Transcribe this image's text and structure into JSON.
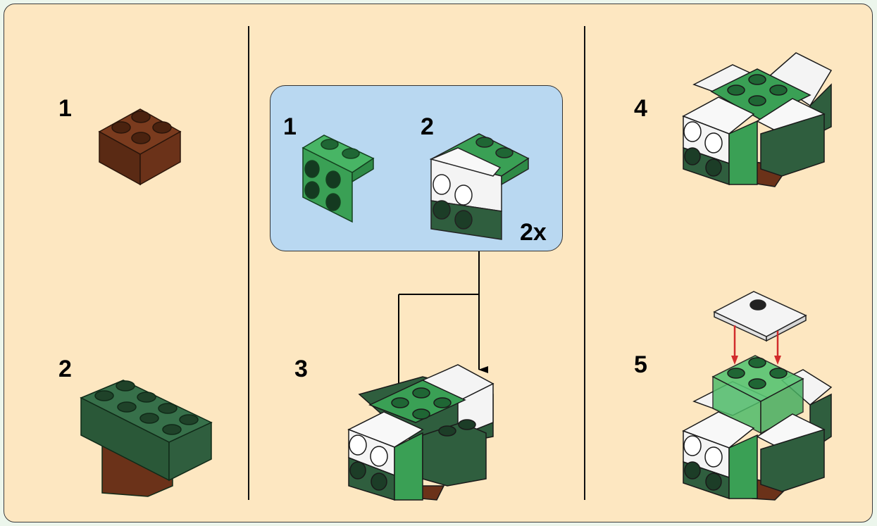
{
  "colors": {
    "background": "#fde7c1",
    "subassembly_box": "#b9d8f1",
    "brown": "#6b3219",
    "dark_green": "#2f5e3e",
    "bright_green": "#3aa055",
    "white": "#f4f4f4",
    "light_gray": "#e2e2e2",
    "arrow_red": "#d12b2b"
  },
  "steps": {
    "step1": {
      "number": "1",
      "parts": [
        "brown-2x2-brick-icon"
      ]
    },
    "step2": {
      "number": "2",
      "parts": [
        "dark-green-2x4-brick-icon"
      ]
    },
    "step3": {
      "number": "3",
      "subassembly": {
        "sub1_number": "1",
        "sub2_number": "2",
        "multiplier": "2x",
        "parts": [
          "green-bracket-icon",
          "eye-block-icon"
        ]
      }
    },
    "step4": {
      "number": "4"
    },
    "step5": {
      "number": "5",
      "parts": [
        "white-tile-with-stud-icon"
      ]
    }
  }
}
